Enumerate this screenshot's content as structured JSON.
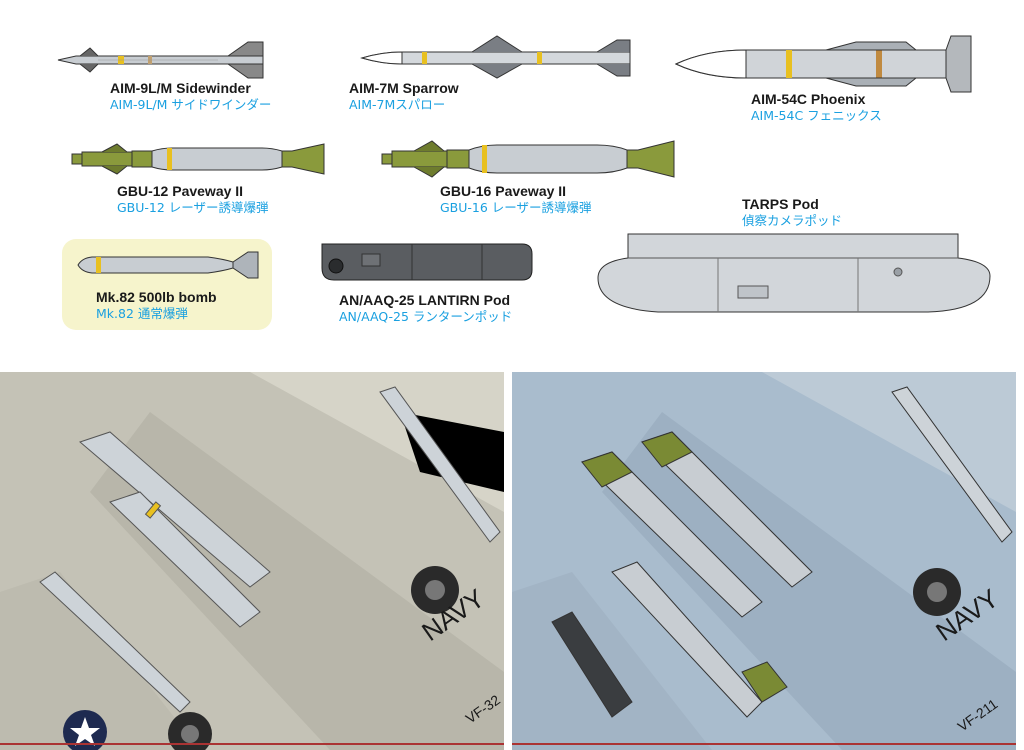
{
  "weapons": [
    {
      "id": "aim9",
      "name_en": "AIM-9L/M Sidewinder",
      "name_jp": "AIM-9L/M サイドワインダー"
    },
    {
      "id": "aim7",
      "name_en": "AIM-7M Sparrow",
      "name_jp": "AIM-7Mスパロー"
    },
    {
      "id": "aim54",
      "name_en": "AIM-54C Phoenix",
      "name_jp": "AIM-54C フェニックス"
    },
    {
      "id": "gbu12",
      "name_en": "GBU-12 Paveway II",
      "name_jp": "GBU-12 レーザー誘導爆弾"
    },
    {
      "id": "gbu16",
      "name_en": "GBU-16 Paveway II",
      "name_jp": "GBU-16 レーザー誘導爆弾"
    },
    {
      "id": "tarps",
      "name_en": "TARPS Pod",
      "name_jp": "偵察カメラポッド"
    },
    {
      "id": "mk82",
      "name_en": "Mk.82 500lb bomb",
      "name_jp": "Mk.82 通常爆弾"
    },
    {
      "id": "lantirn",
      "name_en": "AN/AAQ-25 LANTIRN Pod",
      "name_jp": "AN/AAQ-25 ランターンポッド"
    }
  ],
  "photos": {
    "left": {
      "marking": "NAVY",
      "unit": "VF-32",
      "paint": "#c4c2b6"
    },
    "right": {
      "marking": "NAVY",
      "unit": "VF-211",
      "paint": "#a9bccd"
    }
  },
  "colors": {
    "jp_label": "#1aa0e0",
    "missile_body": "#c8cdd2",
    "bomb_green": "#8a9a3c",
    "pod_dark": "#55585c",
    "highlight_box": "#f6f4cc"
  }
}
